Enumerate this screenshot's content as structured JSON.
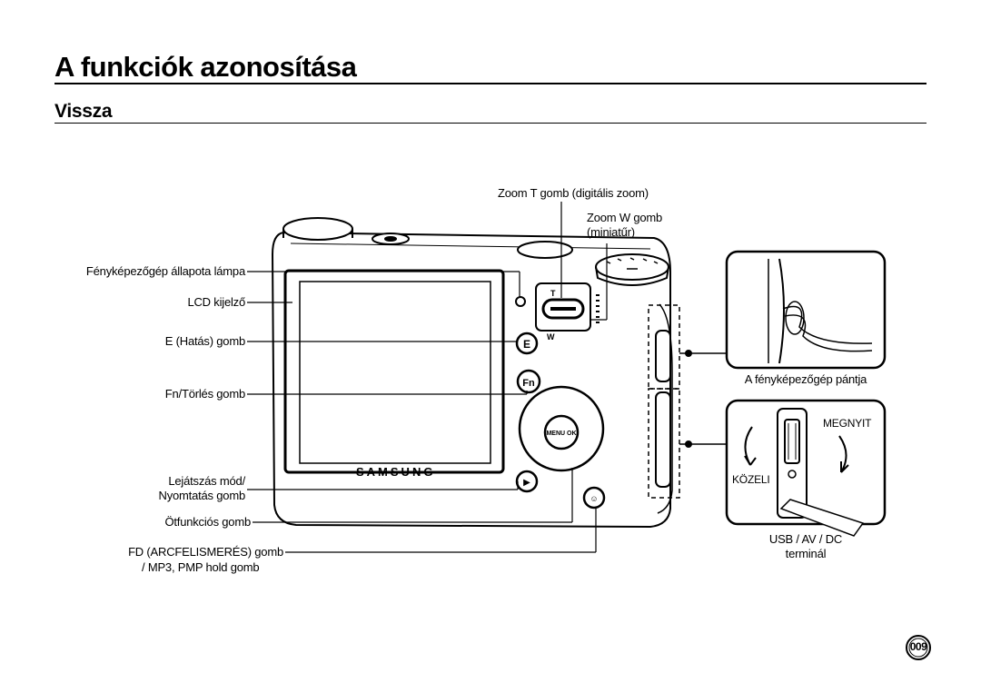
{
  "page": {
    "title": "A funkciók azonosítása",
    "subtitle": "Vissza",
    "page_number": "009"
  },
  "camera": {
    "brand": "SAMSUNG",
    "button_e": "E",
    "button_fn": "Fn",
    "button_menu": "MENU\nOK",
    "zoom_t": "T",
    "zoom_w": "W"
  },
  "labels": {
    "zoom_t": "Zoom T gomb (digitális zoom)",
    "zoom_w_line1": "Zoom W gomb",
    "zoom_w_line2": "(miniatűr)",
    "status_lamp": "Fényképezőgép állapota lámpa",
    "lcd": "LCD kijelző",
    "e_button": "E (Hatás) gomb",
    "fn_button": "Fn/Törlés gomb",
    "playback_line1": "Lejátszás mód/",
    "playback_line2": "Nyomtatás gomb",
    "five_function": "Ötfunkciós gomb",
    "fd_line1": "FD (ARCFELISMERÉS) gomb",
    "fd_line2": "/ MP3, PMP hold gomb",
    "strap": "A fényképezőgép pántja",
    "open": "MEGNYIT",
    "close": "KÖZELI",
    "usb_line1": "USB / AV / DC",
    "usb_line2": "terminál"
  }
}
